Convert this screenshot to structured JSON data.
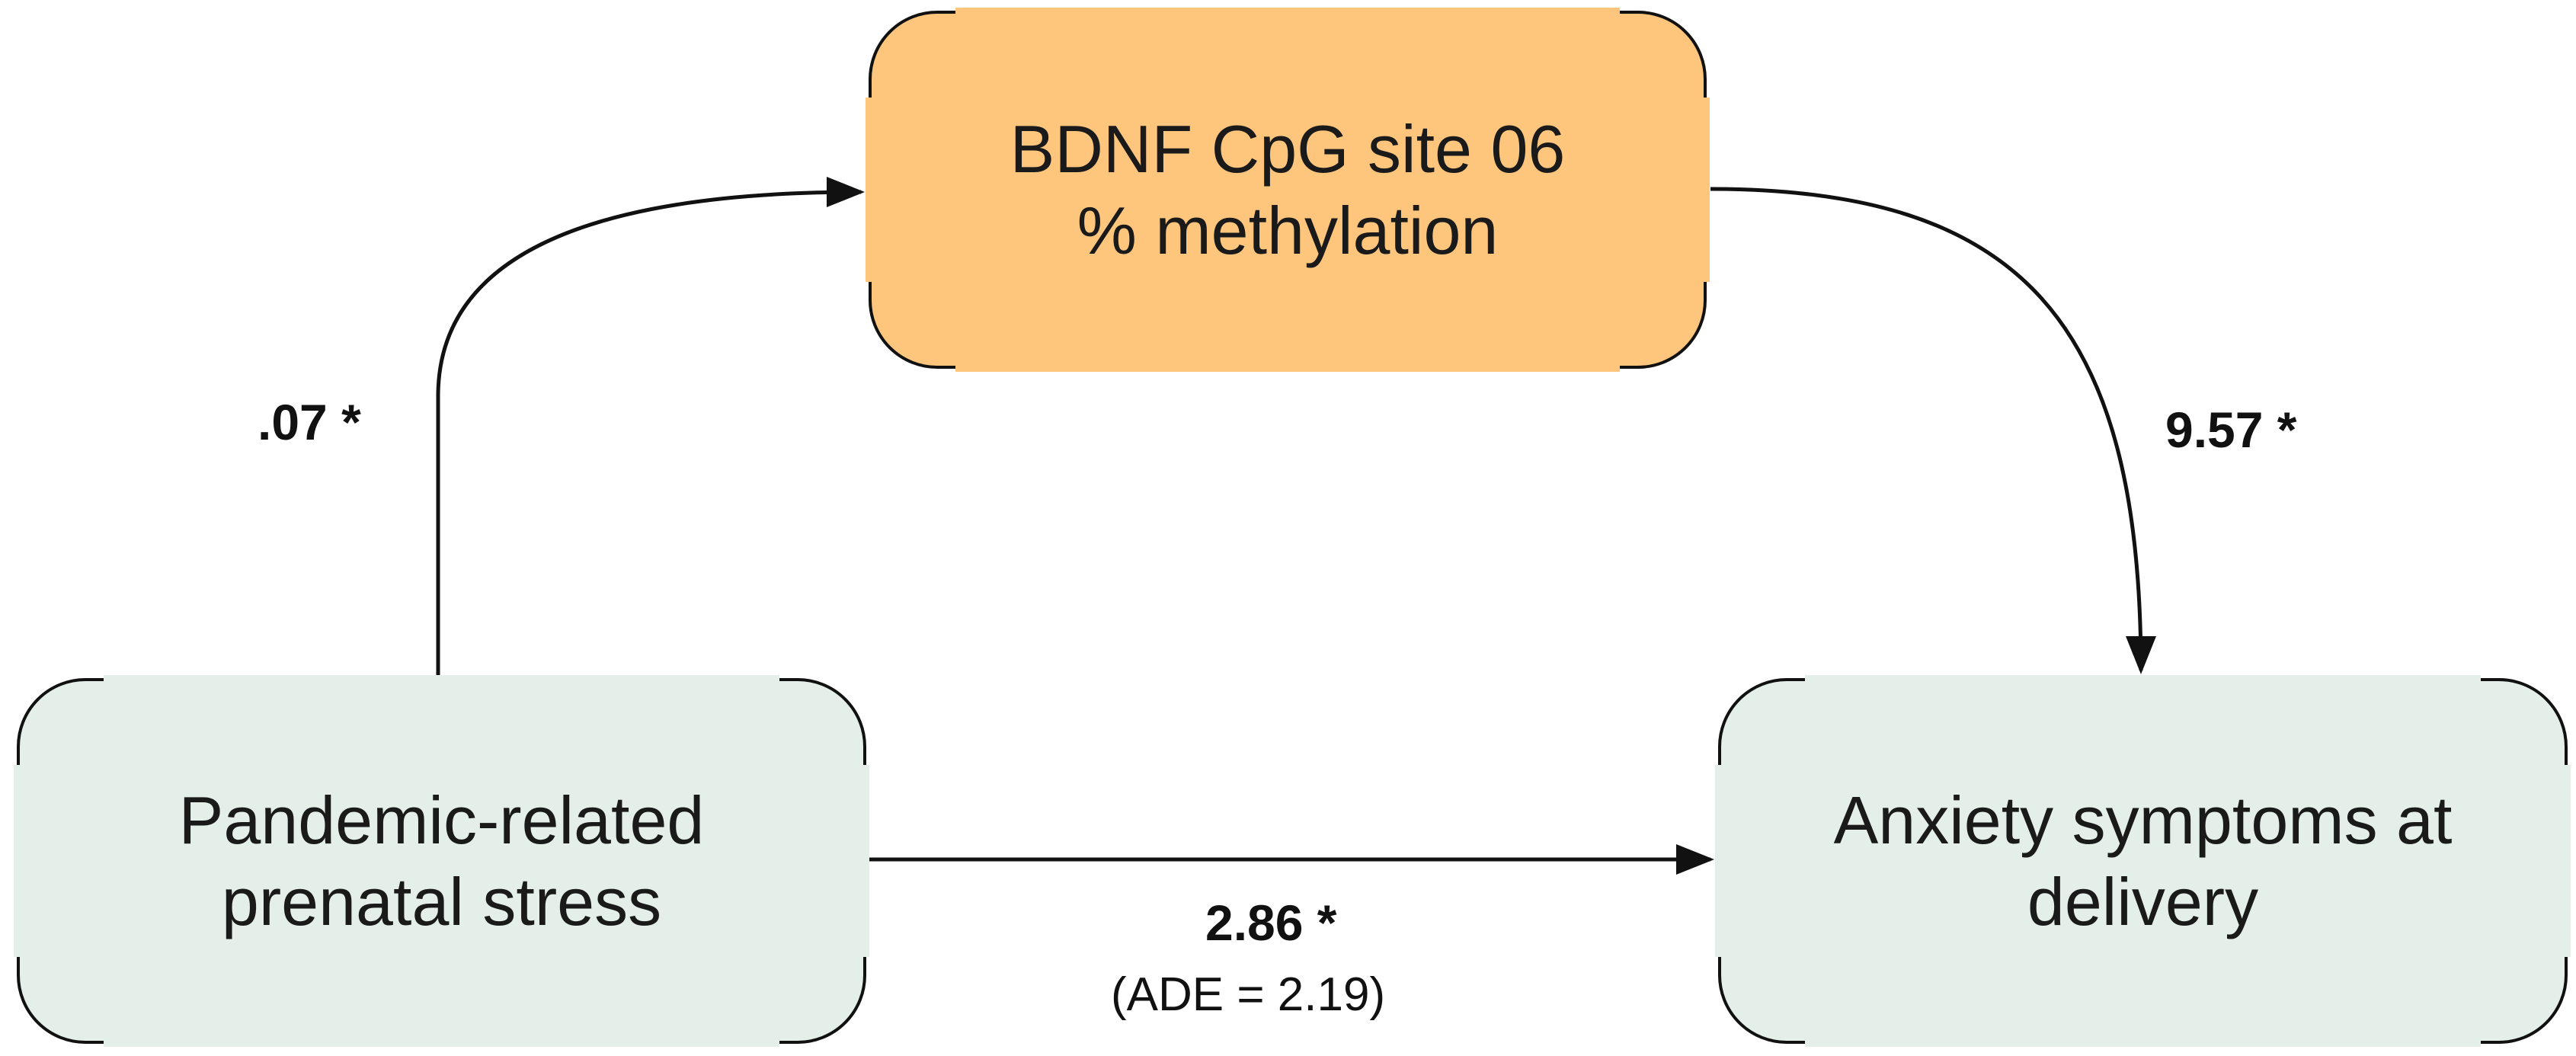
{
  "nodes": {
    "mediator": {
      "lines": [
        "BDNF CpG site 06",
        "% methylation"
      ],
      "fill": "#fec67d"
    },
    "predictor": {
      "lines": [
        "Pandemic-related",
        "prenatal stress"
      ],
      "fill": "#e3efe8"
    },
    "outcome": {
      "lines": [
        "Anxiety symptoms at",
        "delivery"
      ],
      "fill": "#e3efe8"
    }
  },
  "paths": {
    "a": {
      "coefficient": ".07 *"
    },
    "b": {
      "coefficient": "9.57 *"
    },
    "c": {
      "coefficient": "2.86 *",
      "note": "(ADE = 2.19)"
    }
  },
  "colors": {
    "line": "#111111"
  }
}
